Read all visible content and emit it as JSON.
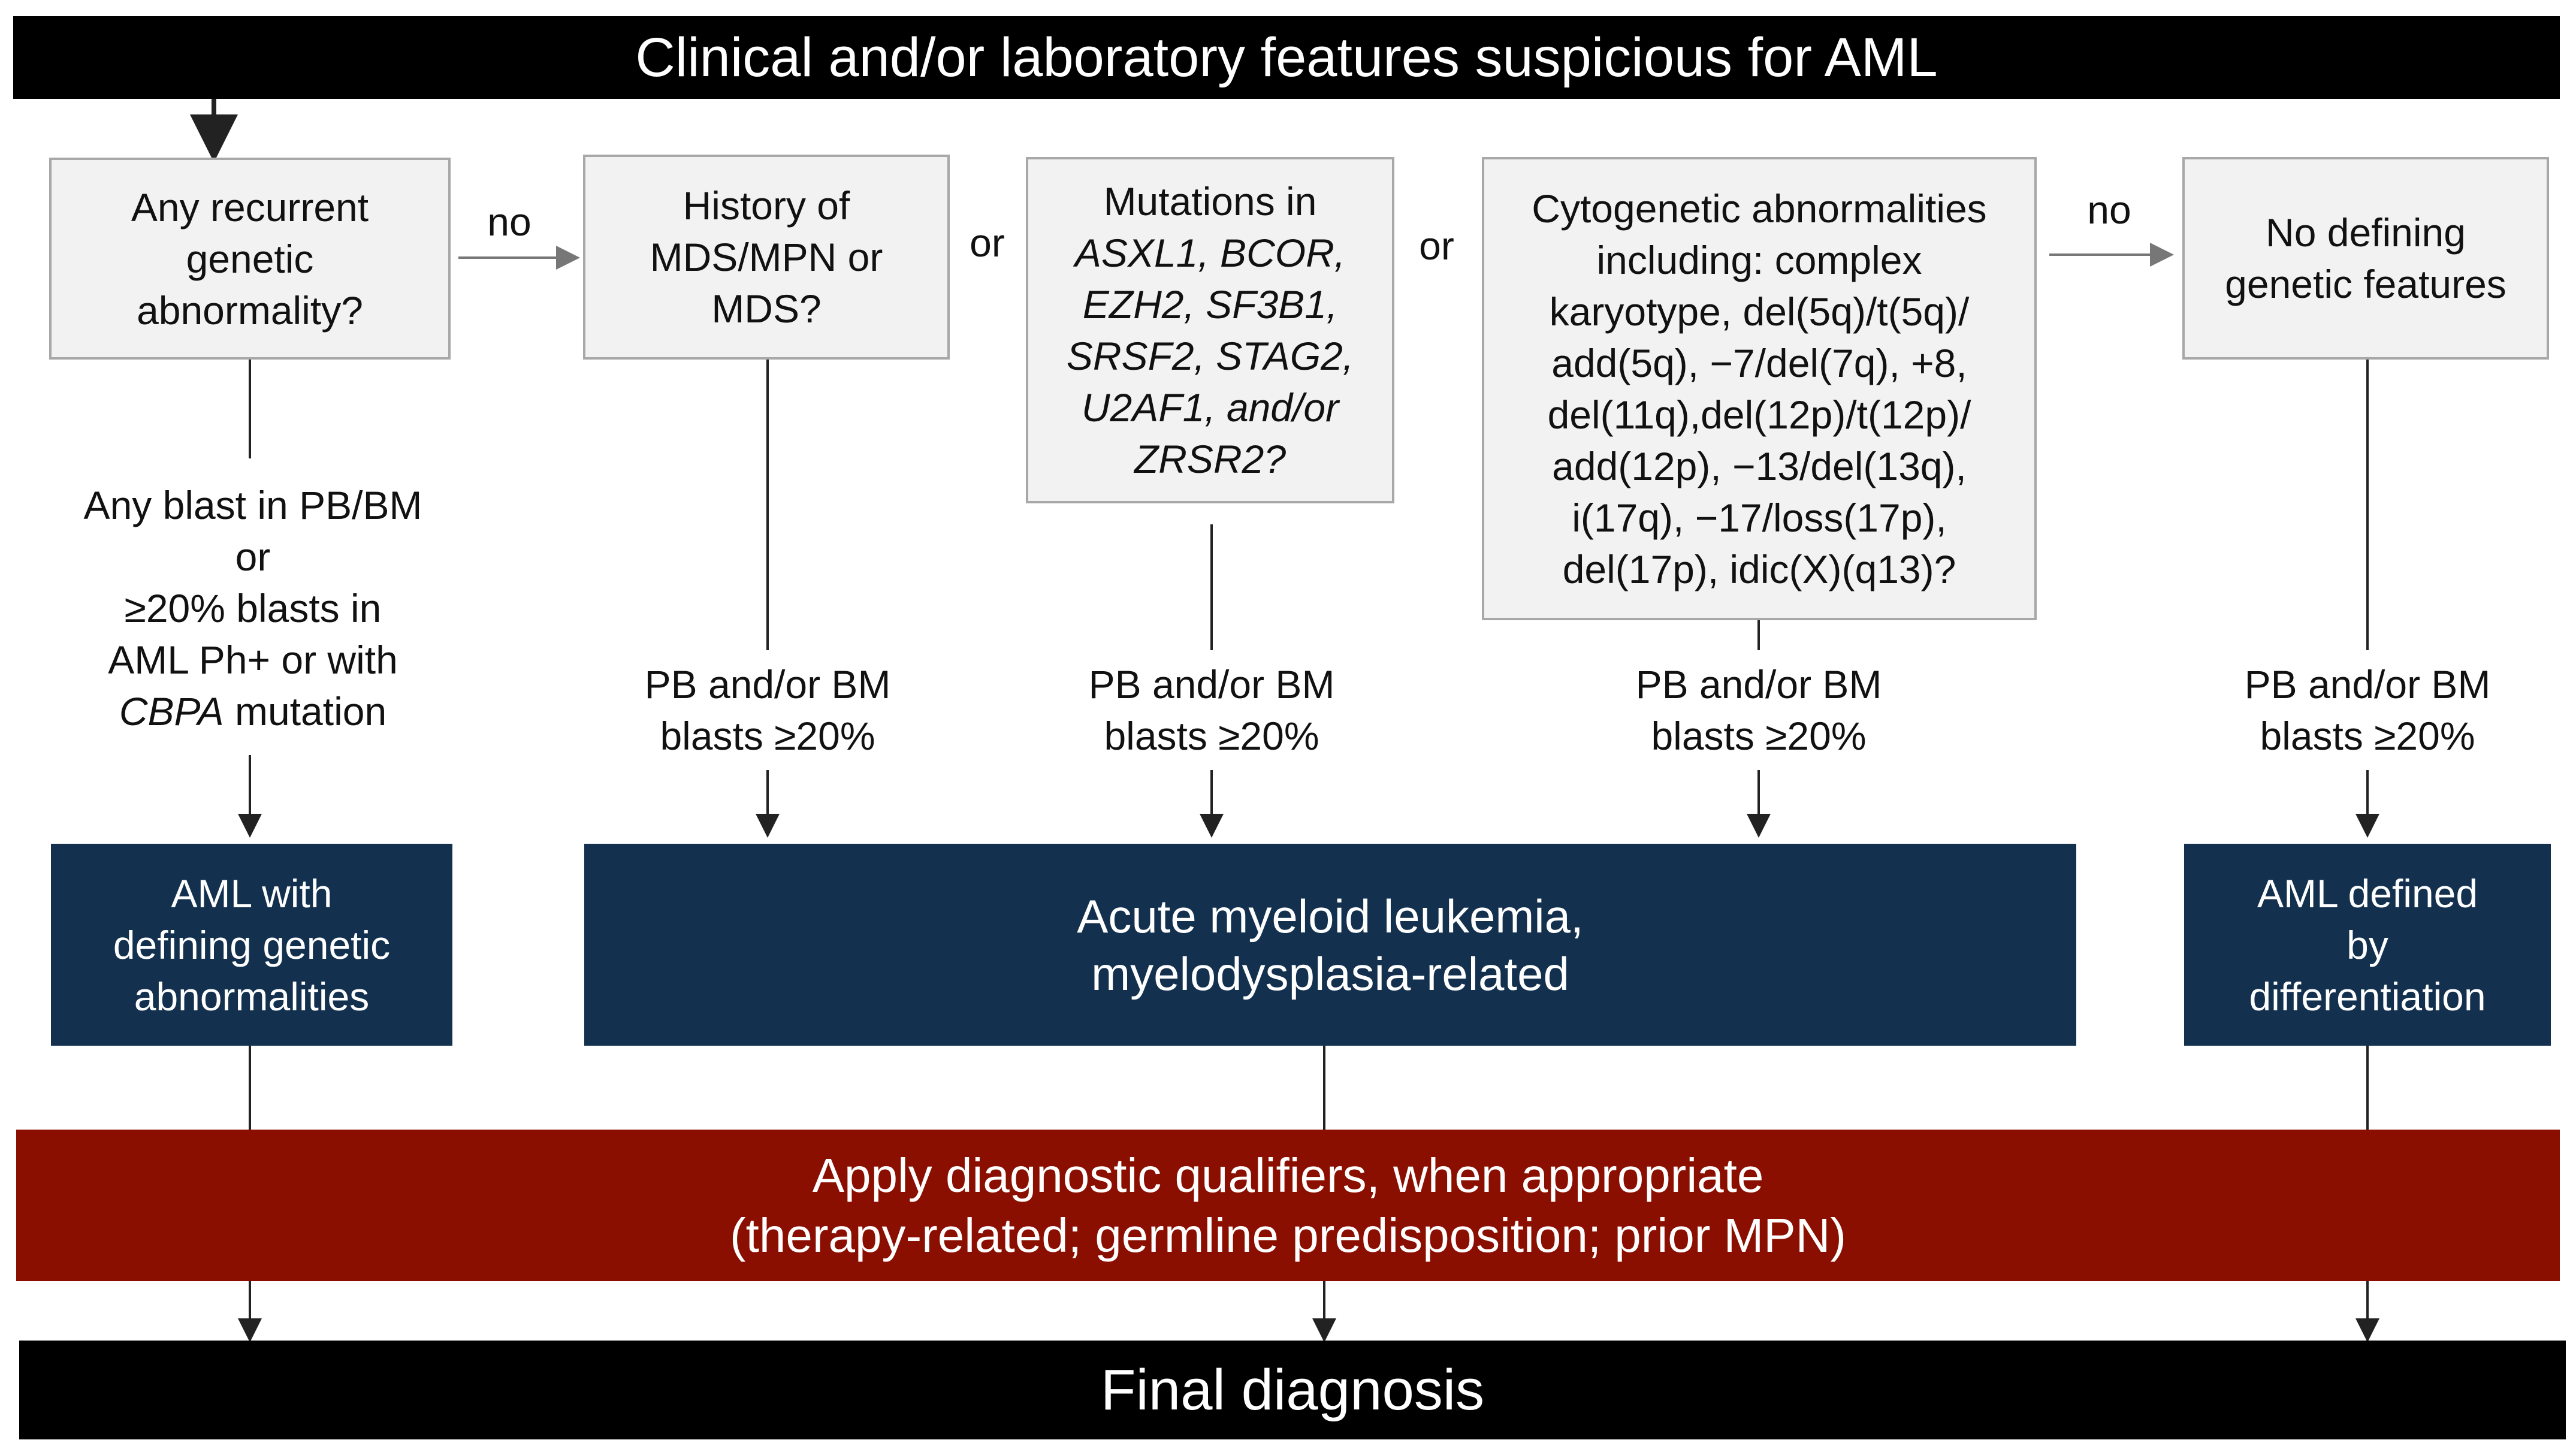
{
  "header": "Clinical and/or laboratory features suspicious for AML",
  "footer": "Final diagnosis",
  "connectors": {
    "no_1": "no",
    "or_1": "or",
    "or_2": "or",
    "no_2": "no"
  },
  "questions": {
    "recurrent": "Any recurrent genetic abnormality?",
    "history": "History of MDS/MPN or MDS?",
    "mutations": {
      "prefix": "Mutations in",
      "line1": "ASXL1, BCOR,",
      "line2": "EZH2, SF3B1,",
      "line3": "SRSF2, STAG2,",
      "line4": "U2AF1, and/or",
      "line5": "ZRSR2?"
    },
    "cytogenetic": "Cytogenetic abnormalities including: complex karyotype, del(5q)/t(5q)/ add(5q), −7/del(7q), +8, del(11q),del(12p)/t(12p)/ add(12p), −13/del(13q), i(17q), −17/loss(17p), del(17p), idic(X)(q13)?",
    "none": "No defining genetic features"
  },
  "criteria": {
    "left": {
      "line1": "Any blast in PB/BM",
      "line2": "or",
      "line3": "≥20% blasts in",
      "line4": "AML Ph+ or with",
      "gene": "CBPA",
      "line5_rest": " mutation"
    },
    "blasts": "PB and/or BM blasts ≥20%"
  },
  "outcomes": {
    "defining": "AML with defining genetic abnormalities",
    "mr_line1": "Acute myeloid leukemia,",
    "mr_line2": "myelodysplasia-related",
    "differentiation": "AML defined by differentiation"
  },
  "qualifiers": {
    "line1": "Apply diagnostic qualifiers, when appropriate",
    "line2": "(therapy-related; germline predisposition; prior MPN)"
  },
  "colors": {
    "banner": "#000000",
    "question_fill": "#f2f2f2",
    "outcome_fill": "#13314f",
    "qualifier_fill": "#8b0f00"
  }
}
